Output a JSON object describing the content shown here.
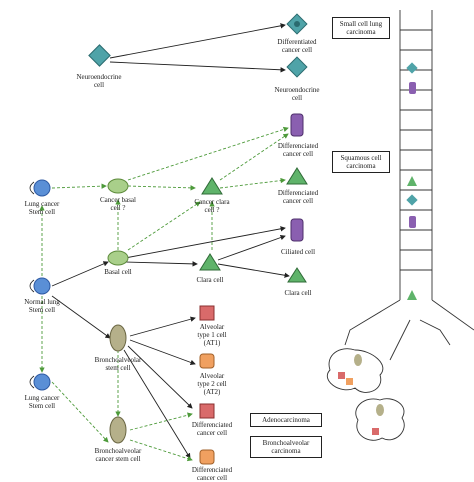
{
  "labels": {
    "neuroendocrine_top": "Neuroendocrine\ncell",
    "diff_cancer_top": "Differentiated\ncancer cell",
    "neuroendocrine_right": "Neuroendocrine\ncell",
    "lung_cancer_stem_top": "Lung cancer\nStem cell",
    "cancer_basal": "Cancer basal\ncell ?",
    "cancer_clara": "Cancer clara\ncell ?",
    "diffrenciated_squamous_1": "Differenciated\ncancer cell",
    "diffrenciated_squamous_2": "Differenciated\ncancer cell",
    "basal": "Basal cell",
    "clara_mid": "Clara cell",
    "ciliated": "Ciliated cell",
    "clara_right": "Clara cell",
    "normal_lung": "Normal lung\nStem cell",
    "alveolar_1": "Alveolar\ntype 1 cell\n(AT1)",
    "alveolar_2": "Alveolar\ntype 2 cell\n(AT2)",
    "bronchoalveolar_stem": "Bronchoalveolar\nstem cell",
    "lung_cancer_stem_bottom": "Lung cancer\nStem cell",
    "diff_cancer_adeno": "Differenciated\ncancer cell",
    "bronchoalveolar_cancer_stem": "Bronchoalveolar\ncancer stem cell",
    "diff_cancer_bac": "Differenciated\ncancer cell"
  },
  "legend_boxes": {
    "small_cell": "Small cell lung\ncarcinoma",
    "squamous": "Squamous cell\ncarcinoma",
    "adeno": "Adenocarcinoma",
    "bac": "Bronchoalveolar\ncarcinoma"
  },
  "colors": {
    "neuroendocrine": "#4fa3a8",
    "stem": "#5a8fd6",
    "basal": "#a9cf8a",
    "clara": "#5fb36a",
    "ciliated": "#8a5fb0",
    "alveolar1": "#d96a6a",
    "alveolar2": "#f0a060",
    "bronchoalveolar": "#b5b08a",
    "arrow_solid": "#222222",
    "arrow_dashed": "#4d9a3a"
  }
}
